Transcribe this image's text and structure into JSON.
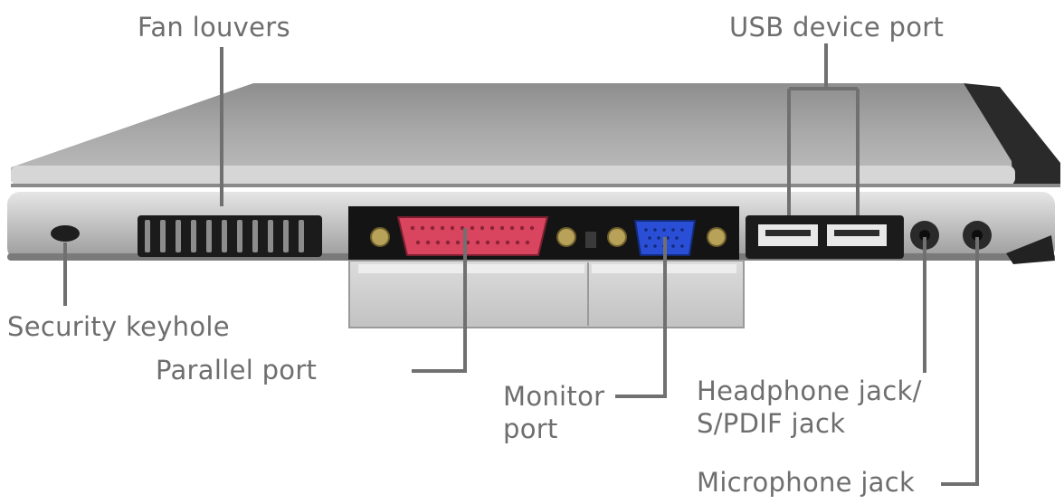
{
  "diagram": {
    "labels": {
      "fan_louvers": "Fan louvers",
      "usb_device_port": "USB device port",
      "security_keyhole": "Security keyhole",
      "parallel_port": "Parallel port",
      "monitor_port_line1": "Monitor",
      "monitor_port_line2": "port",
      "headphone_line1": "Headphone jack/",
      "headphone_line2": "S/PDIF jack",
      "microphone_jack": "Microphone jack"
    },
    "colors": {
      "label_text": "#6e6e6e",
      "leader_line": "#707070",
      "laptop_body": "#c9c9c9",
      "parallel_port": "#d9445e",
      "vga_port": "#2a4fd6",
      "gold_screw": "#b8a25a"
    }
  }
}
